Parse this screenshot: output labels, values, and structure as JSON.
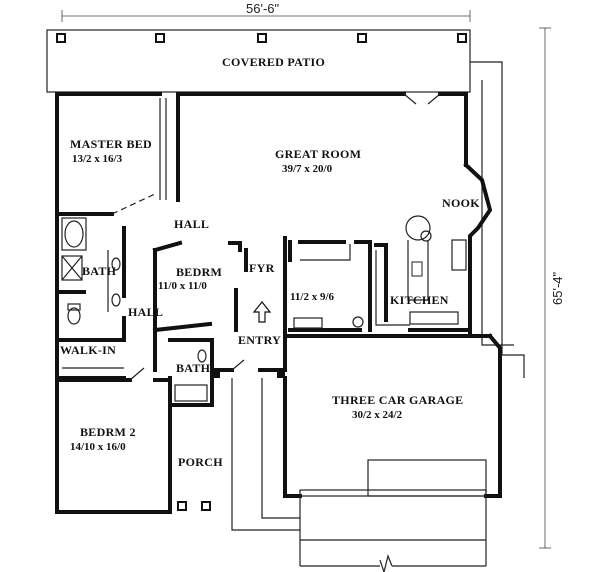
{
  "dimensions": {
    "width_label": "56'-6\"",
    "depth_label": "65'-4\""
  },
  "rooms": {
    "covered_patio": {
      "name": "COVERED PATIO"
    },
    "master_bed": {
      "name": "MASTER BED",
      "size": "13/2 x 16/3"
    },
    "great_room": {
      "name": "GREAT ROOM",
      "size": "39/7 x 20/0"
    },
    "nook": {
      "name": "NOOK"
    },
    "hall_upper": {
      "name": "HALL"
    },
    "hall_lower": {
      "name": "HALL"
    },
    "bath_master": {
      "name": "BATH"
    },
    "bedrm": {
      "name": "BEDRM",
      "size": "11/0 x 11/0"
    },
    "fyr": {
      "name": "FYR"
    },
    "utility": {
      "size": "11/2 x 9/6"
    },
    "kitchen": {
      "name": "KITCHEN"
    },
    "walk_in": {
      "name": "WALK-IN"
    },
    "entry": {
      "name": "ENTRY"
    },
    "bath2": {
      "name": "BATH"
    },
    "three_car_garage": {
      "name": "THREE CAR GARAGE",
      "size": "30/2 x 24/2"
    },
    "bedrm2": {
      "name": "BEDRM 2",
      "size": "14/10 x 16/0"
    },
    "porch": {
      "name": "PORCH"
    }
  }
}
